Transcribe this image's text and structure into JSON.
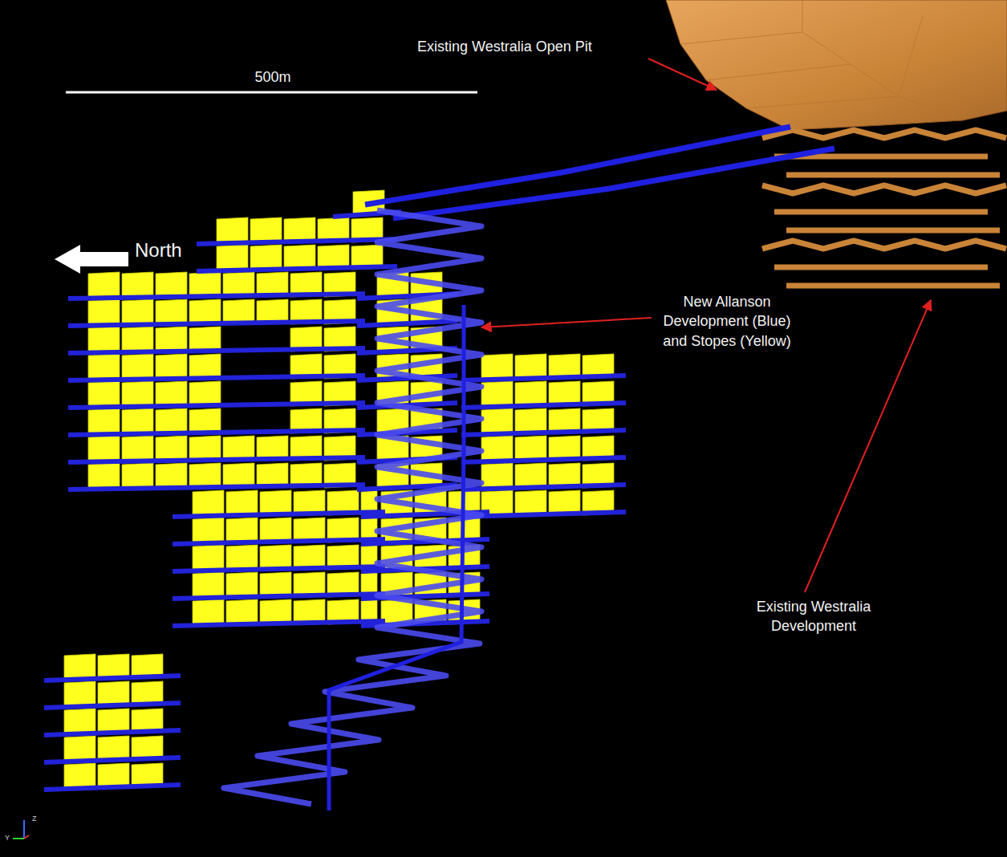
{
  "diagram": {
    "labels": [
      "Existing Westralia Open Pit",
      "500m",
      "North",
      "New Allanson Development (Blue) and Stopes (Yellow)",
      "Existing Westralia Development",
      "Z",
      "Y"
    ]
  }
}
